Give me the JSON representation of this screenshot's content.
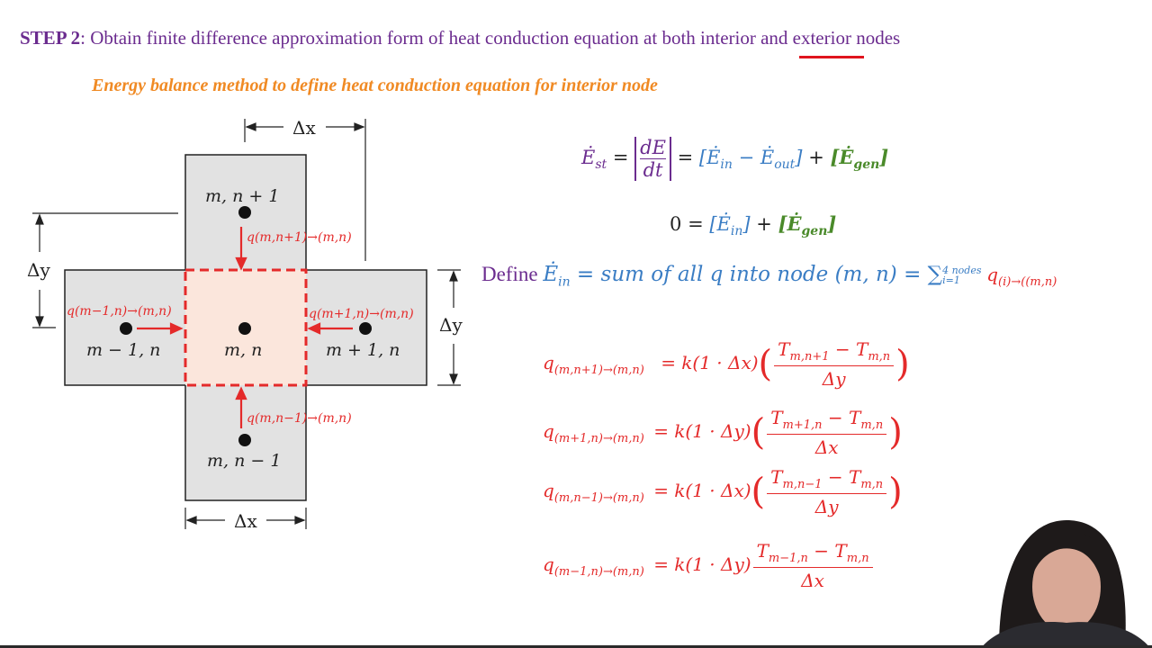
{
  "header": {
    "step_label": "STEP 2",
    "step_text": ": Obtain finite difference approximation form of heat conduction equation at both interior and exterior nodes",
    "subtitle": "Energy balance method to define heat conduction equation for interior node"
  },
  "diagram": {
    "nodes": {
      "top": "m, n + 1",
      "center": "m, n",
      "left": "m − 1, n",
      "right": "m + 1, n",
      "bottom": "m, n − 1"
    },
    "flows": {
      "top": "q(m,n+1)→(m,n)",
      "left": "q(m−1,n)→(m,n)",
      "right": "q(m+1,n)→(m,n)",
      "bottom": "q(m,n−1)→(m,n)"
    },
    "dims": {
      "dx_top": "Δx",
      "dx_bottom": "Δx",
      "dy_left": "Δy",
      "dy_right": "Δy"
    }
  },
  "equations": {
    "energy_balance": {
      "lhs": "Ė",
      "lhs_sub": "st",
      "dE": "dE",
      "dt": "dt",
      "ein": "Ė",
      "ein_sub": "in",
      "eout": "Ė",
      "eout_sub": "out",
      "egen": "Ė",
      "egen_sub": "gen"
    },
    "steady": {
      "zero": "0"
    },
    "define": {
      "word": "Define",
      "rest": " = sum of all q into node (m, n) = ",
      "sum_top": "4 nodes",
      "sum_bottom": "i=1",
      "q": "q",
      "q_sub": "(i)→((m,n)"
    },
    "q_eqs": [
      {
        "q_sub": "(m,n+1)→(m,n)",
        "rhs": "= k(1 · Δx)",
        "num": "T",
        "num_a": "m,n+1",
        "num_b": "m,n",
        "den": "Δy"
      },
      {
        "q_sub": "(m+1,n)→(m,n)",
        "rhs": "= k(1 · Δy)",
        "num": "T",
        "num_a": "m+1,n",
        "num_b": "m,n",
        "den": "Δx"
      },
      {
        "q_sub": "(m,n−1)→(m,n)",
        "rhs": "= k(1 · Δx)",
        "num": "T",
        "num_a": "m,n−1",
        "num_b": "m,n",
        "den": "Δy"
      },
      {
        "q_sub": "(m−1,n)→(m,n)",
        "rhs": "= k(1 · Δy)",
        "num": "T",
        "num_a": "m−1,n",
        "num_b": "m,n",
        "den": "Δx"
      }
    ]
  },
  "colors": {
    "purple": "#6b2c8f",
    "orange": "#f08a24",
    "red": "#e42a2a",
    "blue": "#3a7dc4",
    "green": "#4a8a2a"
  }
}
